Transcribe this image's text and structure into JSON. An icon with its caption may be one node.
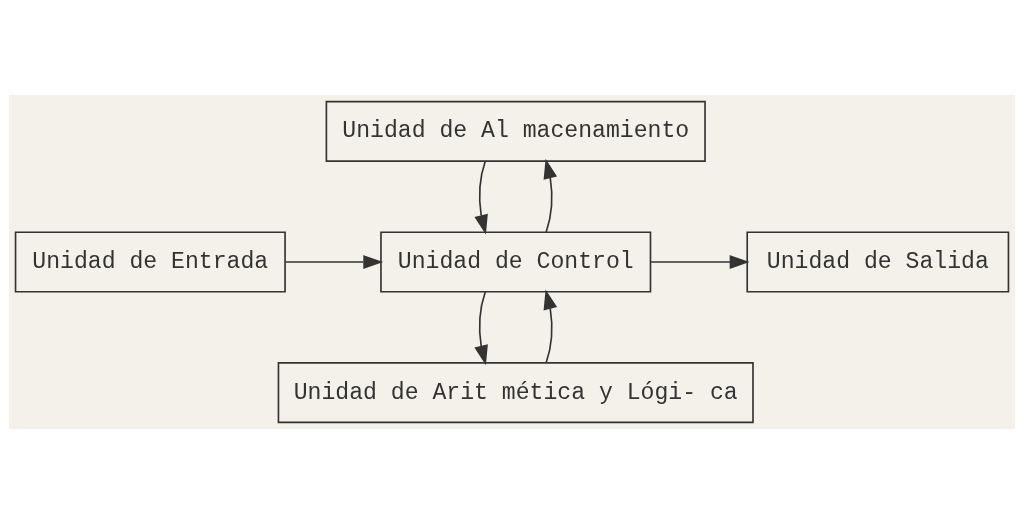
{
  "diagram": {
    "nodes": [
      {
        "text": [
          "Unidad de Al macenamiento"
        ]
      },
      {
        "text": [
          "Unidad de Entrada"
        ]
      },
      {
        "text": [
          "Unidad de Control"
        ]
      },
      {
        "text": [
          "Unidad de Salida"
        ]
      },
      {
        "text": [
          "Unidad de Arit mética y Lógi- ca"
        ]
      }
    ],
    "edges": [
      {
        "from": 1,
        "to": 2,
        "arrow": "to"
      },
      {
        "from": 2,
        "to": 3,
        "arrow": "to"
      },
      {
        "from": 0,
        "to": 2,
        "arrow": "to"
      },
      {
        "from": 2,
        "to": 0,
        "arrow": "to"
      },
      {
        "from": 2,
        "to": 4,
        "arrow": "to"
      },
      {
        "from": 4,
        "to": 2,
        "arrow": "to"
      }
    ]
  }
}
